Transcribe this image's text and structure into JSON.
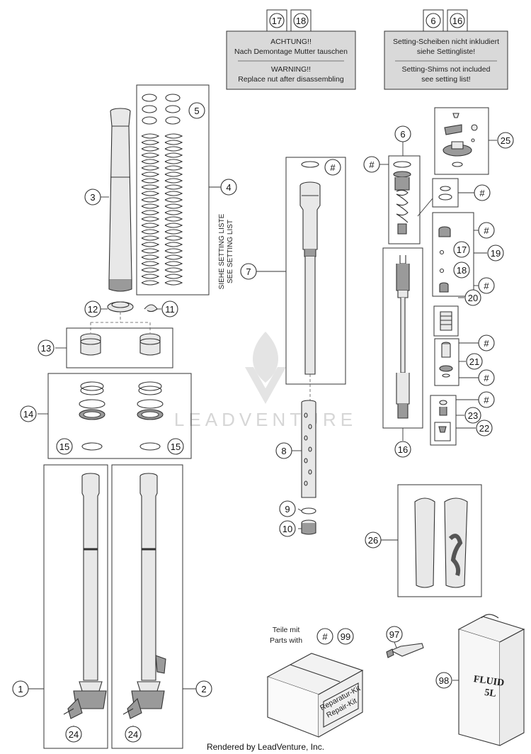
{
  "notes": {
    "left": {
      "refs": [
        "17",
        "18"
      ],
      "line1": "ACHTUNG!!",
      "line2": "Nach Demontage Mutter tauschen",
      "line3": "WARNING!!",
      "line4": "Replace nut after disassembling"
    },
    "right": {
      "refs": [
        "6",
        "16"
      ],
      "line1": "Setting-Scheiben nicht inkludiert",
      "line2": "siehe Settingliste!",
      "line3": "Setting-Shims not included",
      "line4": "see setting list!"
    }
  },
  "setting_list": {
    "de": "SIEHE SETTING LISTE",
    "en": "SEE SETTING LIST"
  },
  "repair_kit": {
    "line1": "Teile mit",
    "line2": "Parts with",
    "ref_hash": "#",
    "ref_kit": "99",
    "box_label1": "Reparatur-Kit",
    "box_label2": "Repair-Kit"
  },
  "fluid": {
    "line1": "FLUID",
    "line2": "5L"
  },
  "watermark": "LEADVENTURE",
  "footer": "Rendered by LeadVenture, Inc.",
  "callouts": {
    "c1": "1",
    "c2": "2",
    "c3": "3",
    "c4": "4",
    "c5": "5",
    "c6": "6",
    "c7": "7",
    "c8": "8",
    "c9": "9",
    "c10": "10",
    "c11": "11",
    "c12": "12",
    "c13": "13",
    "c14": "14",
    "c15a": "15",
    "c15b": "15",
    "c16": "16",
    "c17": "17",
    "c18": "18",
    "c19": "19",
    "c20": "20",
    "c21": "21",
    "c22": "22",
    "c23": "23",
    "c24a": "24",
    "c24b": "24",
    "c25": "25",
    "c26": "26",
    "c97": "97",
    "c98": "98",
    "h7": "#",
    "h6a": "#",
    "h6b": "#",
    "h19a": "#",
    "h19b": "#",
    "h21a": "#",
    "h21b": "#",
    "h23": "#"
  }
}
